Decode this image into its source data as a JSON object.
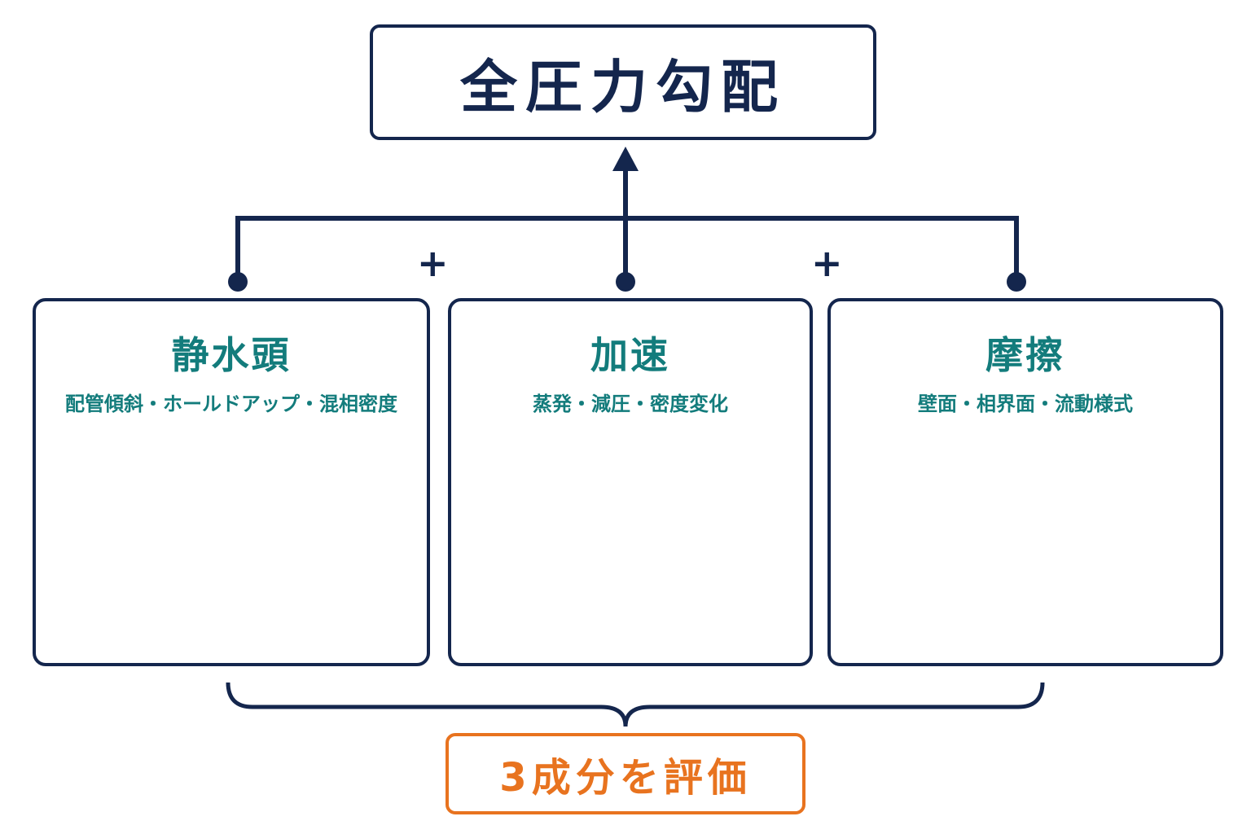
{
  "title": "全圧力勾配",
  "components": [
    {
      "title": "静水頭",
      "subtitle": "配管傾斜・ホールドアップ・混相密度"
    },
    {
      "title": "加速",
      "subtitle": "蒸発・減圧・密度変化"
    },
    {
      "title": "摩擦",
      "subtitle": "壁面・相界面・流動様式"
    }
  ],
  "operator": "+",
  "result": "3成分を評価",
  "colors": {
    "navy": "#14264d",
    "teal": "#137c7c",
    "orange": "#e8731f",
    "liquid_dark": "#3f86b8",
    "liquid_light": "#a9d9d8"
  },
  "icons": [
    "flow-arrow-icon",
    "bubble-icon",
    "shear-arrow-icon"
  ]
}
